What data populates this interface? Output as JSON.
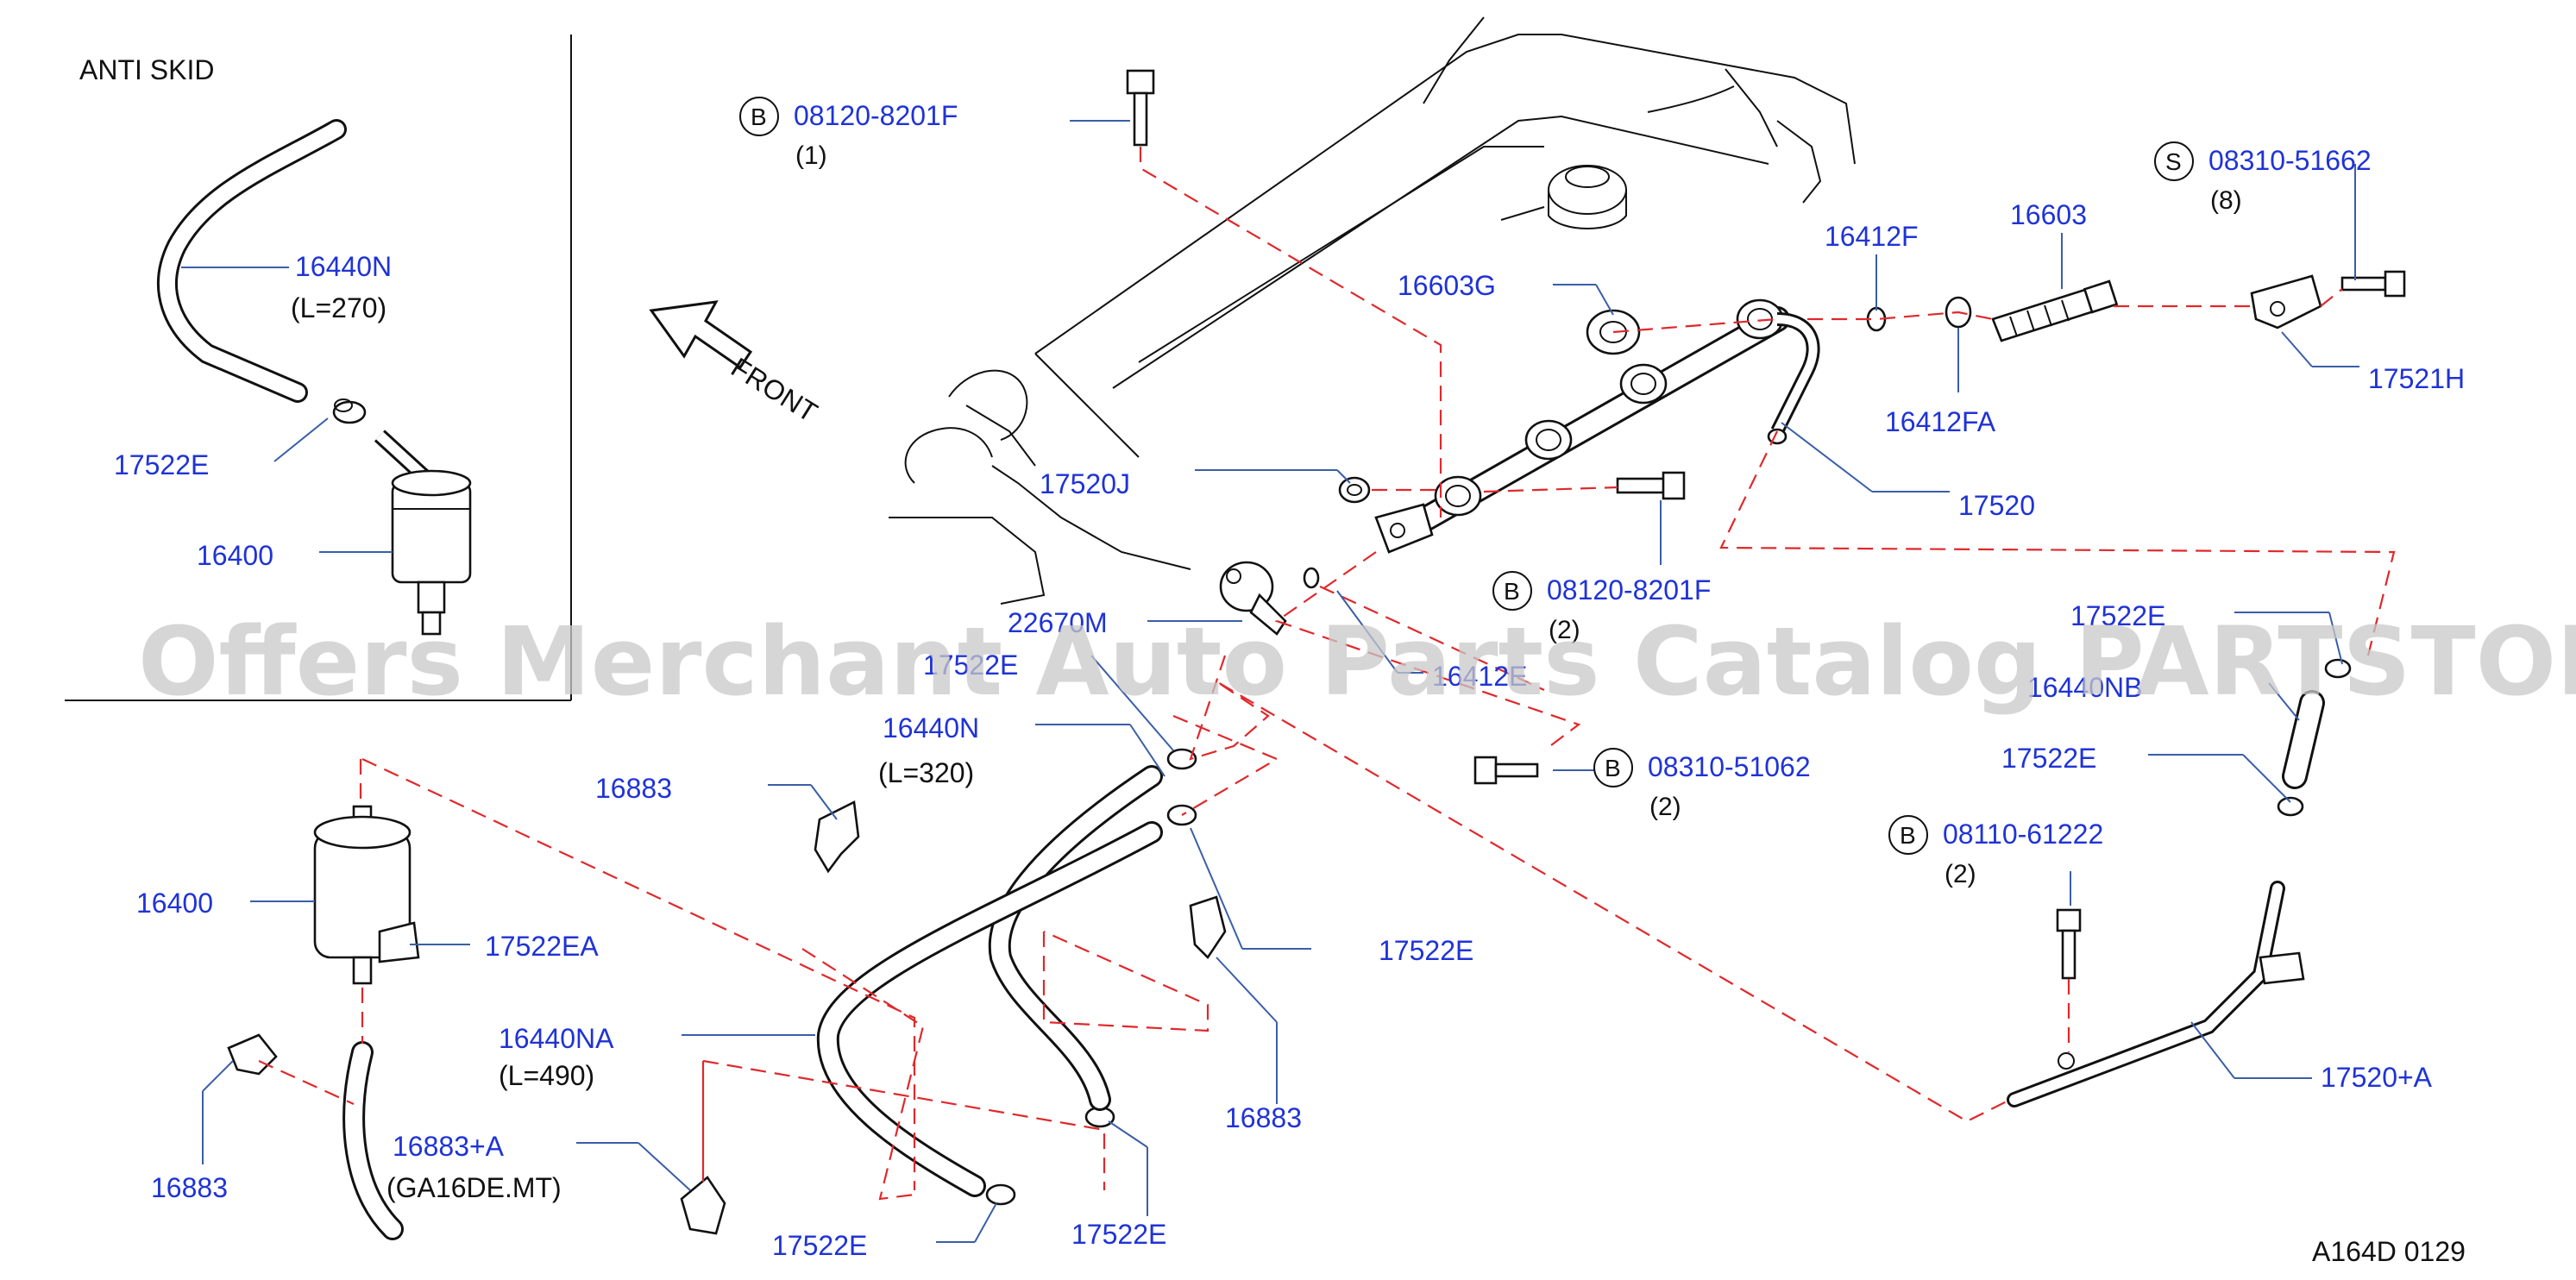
{
  "inset": {
    "title": "ANTI  SKID",
    "labels": {
      "hose": "16440N",
      "hose_len": "(L=270)",
      "clamp": "17522E",
      "filter": "16400"
    }
  },
  "front_label": "FRONT",
  "watermark": "Offers Merchant Auto Parts Catalog PARTSTORE.SA",
  "parts": {
    "bolt_top": {
      "letter": "B",
      "code": "08120-8201F",
      "qty": "(1)"
    },
    "screw_top_right": {
      "letter": "S",
      "code": "08310-51662",
      "qty": "(8)"
    },
    "bolt_mid": {
      "letter": "B",
      "code": "08120-8201F",
      "qty": "(2)"
    },
    "bolt_lower": {
      "letter": "B",
      "code": "08310-51062",
      "qty": "(2)"
    },
    "bolt_right": {
      "letter": "B",
      "code": "08110-61222",
      "qty": "(2)"
    }
  },
  "labels": {
    "l16603": "16603",
    "l16412F": "16412F",
    "l16603G": "16603G",
    "l17521H": "17521H",
    "l16412FA": "16412FA",
    "l17520": "17520",
    "l17520J": "17520J",
    "l22670M": "22670M",
    "l17522E_a": "17522E",
    "l16412E": "16412E",
    "l17522E_b": "17522E",
    "l16440NB": "16440NB",
    "l17522E_c": "17522E",
    "l16440N": "16440N",
    "l16440N_len": "(L=320)",
    "l16883_a": "16883",
    "l16400": "16400",
    "l17522EA": "17522EA",
    "l17522E_d": "17522E",
    "l16440NA": "16440NA",
    "l16440NA_len": "(L=490)",
    "l16883_b": "16883",
    "l16883A": "16883+A",
    "l16883A_note": "(GA16DE.MT)",
    "l16883_c": "16883",
    "l17522E_e": "17522E",
    "l17522E_f": "17522E",
    "l17520A": "17520+A"
  },
  "footer_code": "A164D  0129"
}
